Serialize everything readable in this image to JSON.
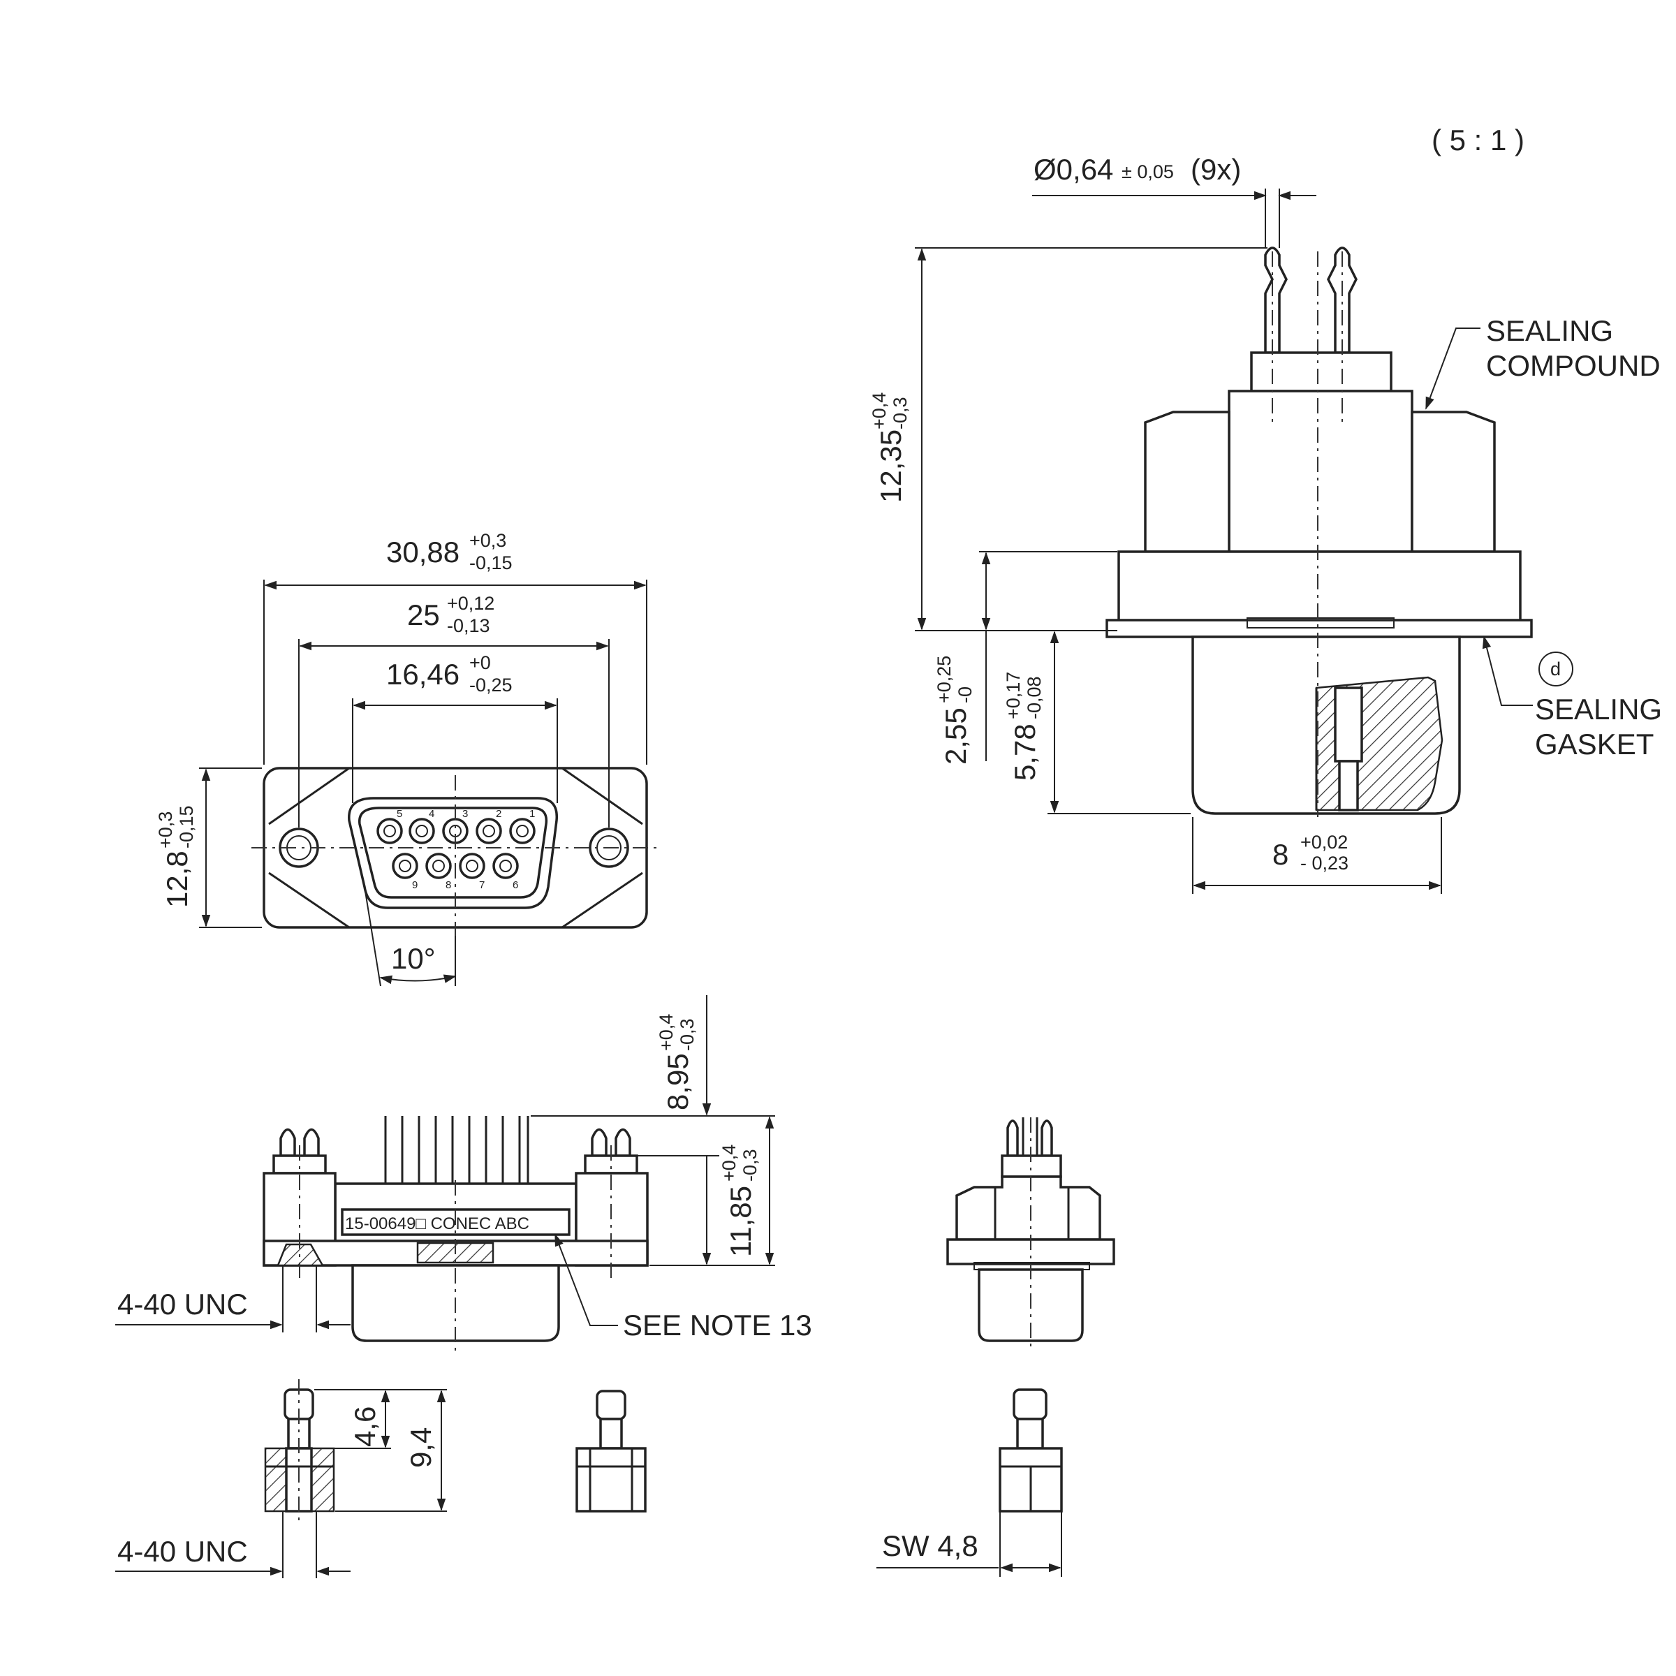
{
  "scale": "( 5 : 1 )",
  "pin_diameter": {
    "value": "Ø0,64",
    "tol": "± 0,05",
    "count": "(9x)"
  },
  "height_main": {
    "value": "12,35",
    "upper": "+0,4",
    "lower": "-0,3"
  },
  "flange_thickness": {
    "value": "2,55",
    "upper": "+0,25",
    "lower": "-0"
  },
  "shell_depth": {
    "value": "5,78",
    "upper": "+0,17",
    "lower": "-0,08"
  },
  "shell_width_side": {
    "value": "8",
    "upper": "+0,02",
    "lower": "- 0,23"
  },
  "sealing_compound": [
    "SEALING",
    "COMPOUND"
  ],
  "sealing_gasket": [
    "SEALING",
    "GASKET"
  ],
  "note_marker": "d",
  "flange_width": {
    "value": "30,88",
    "upper": "+0,3",
    "lower": "-0,15"
  },
  "hole_spacing": {
    "value": "25",
    "upper": "+0,12",
    "lower": "-0,13"
  },
  "shell_width": {
    "value": "16,46",
    "upper": "+0",
    "lower": "-0,25"
  },
  "flange_height": {
    "value": "12,8",
    "upper": "+0,3",
    "lower": "-0,15"
  },
  "draft_angle": "10°",
  "pin_numbers_top": [
    "5",
    "4",
    "3",
    "2",
    "1"
  ],
  "pin_numbers_bottom": [
    "9",
    "8",
    "7",
    "6"
  ],
  "pin_length": {
    "value": "8,95",
    "upper": "+0,4",
    "lower": "-0,3"
  },
  "overall_height": {
    "value": "11,85",
    "upper": "+0,4",
    "lower": "-0,3"
  },
  "marking_text": "15-00649□  CONEC  ABC",
  "thread_1": "4-40 UNC",
  "see_note": "SEE NOTE 13",
  "screw_short": "4,6",
  "screw_long": "9,4",
  "thread_2": "4-40 UNC",
  "wrench_size": "SW 4,8"
}
